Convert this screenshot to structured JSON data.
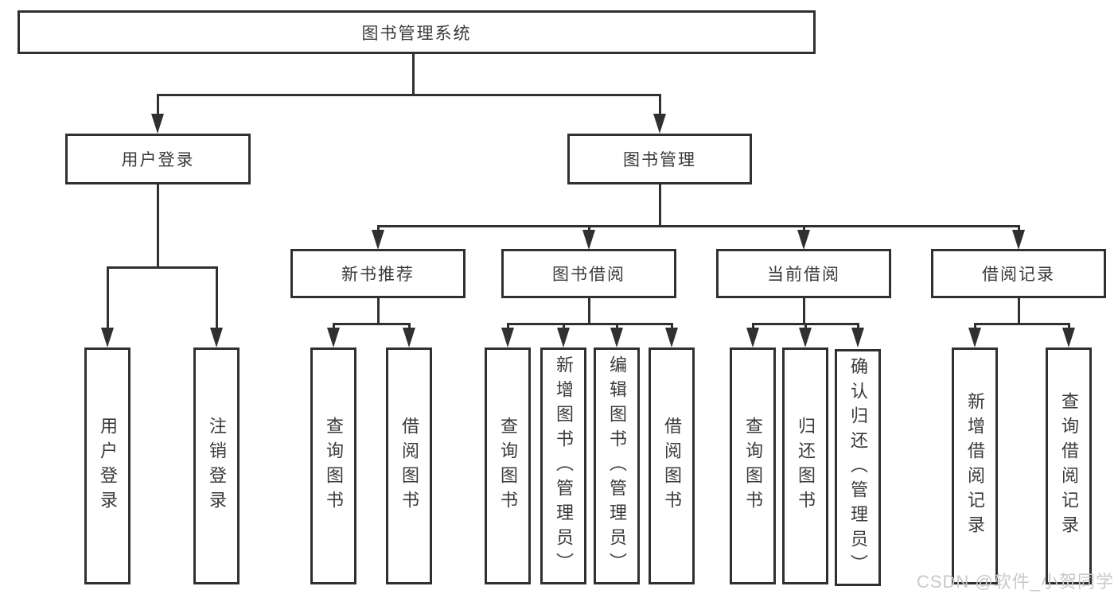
{
  "title": "图书管理系统",
  "colors": {
    "line": "#303030",
    "text": "#3a3a3a",
    "background": "#ffffff",
    "watermark": "#cbc6cb"
  },
  "nodes": {
    "root": "图书管理系统",
    "user_login": "用户登录",
    "book_mgmt": "图书管理",
    "new_book_rec": "新书推荐",
    "book_borrow": "图书借阅",
    "current_borrow": "当前借阅",
    "borrow_records": "借阅记录"
  },
  "leaves": {
    "login": "用户登录",
    "logout": "注销登录",
    "rec_query": "查询图书",
    "rec_borrow": "借阅图书",
    "bb_query": "查询图书",
    "bb_add": "新增图书（管理员）",
    "bb_edit": "编辑图书（管理员）",
    "bb_borrow": "借阅图书",
    "cb_query": "查询图书",
    "cb_return": "归还图书",
    "cb_confirm": "确认归还（管理员）",
    "br_add": "新增借阅记录",
    "br_query": "查询借阅记录"
  },
  "watermark": "CSDN @软件_小贺同学"
}
